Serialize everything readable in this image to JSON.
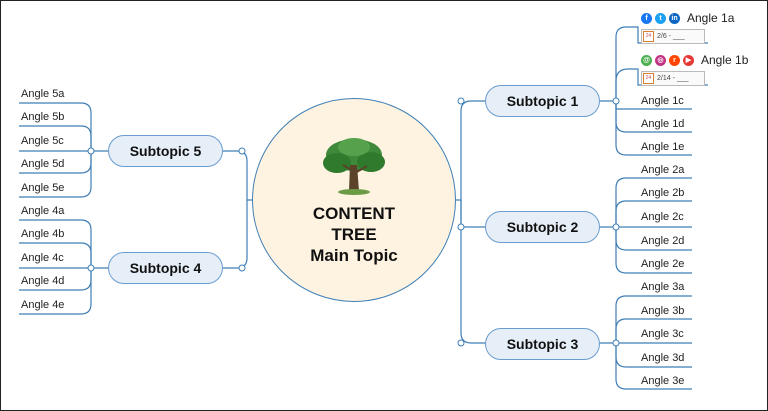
{
  "central": {
    "lines": [
      "CONTENT",
      "TREE",
      "Main Topic"
    ]
  },
  "subtopics": {
    "s1": "Subtopic 1",
    "s2": "Subtopic 2",
    "s3": "Subtopic 3",
    "s4": "Subtopic 4",
    "s5": "Subtopic 5"
  },
  "angles": {
    "a1a": "Angle 1a",
    "a1b": "Angle 1b",
    "a1c": "Angle 1c",
    "a1d": "Angle 1d",
    "a1e": "Angle 1e",
    "a2a": "Angle 2a",
    "a2b": "Angle 2b",
    "a2c": "Angle 2c",
    "a2d": "Angle 2d",
    "a2e": "Angle 2e",
    "a3a": "Angle 3a",
    "a3b": "Angle 3b",
    "a3c": "Angle 3c",
    "a3d": "Angle 3d",
    "a3e": "Angle 3e",
    "a4a": "Angle 4a",
    "a4b": "Angle 4b",
    "a4c": "Angle 4c",
    "a4d": "Angle 4d",
    "a4e": "Angle 4e",
    "a5a": "Angle 5a",
    "a5b": "Angle 5b",
    "a5c": "Angle 5c",
    "a5d": "Angle 5d",
    "a5e": "Angle 5e"
  },
  "dates": {
    "a1a": "2/6 - ___",
    "a1b": "2/14 - ___"
  },
  "calendar_day": "24",
  "icons": {
    "a1a": [
      "facebook-icon",
      "twitter-icon",
      "linkedin-icon"
    ],
    "a1b": [
      "email-icon",
      "instagram-icon",
      "reddit-icon",
      "youtube-icon"
    ]
  },
  "colors": {
    "line": "#3f7fb6",
    "subtopic_fill": "#e6eef8",
    "central_fill": "#fdf3e0"
  }
}
